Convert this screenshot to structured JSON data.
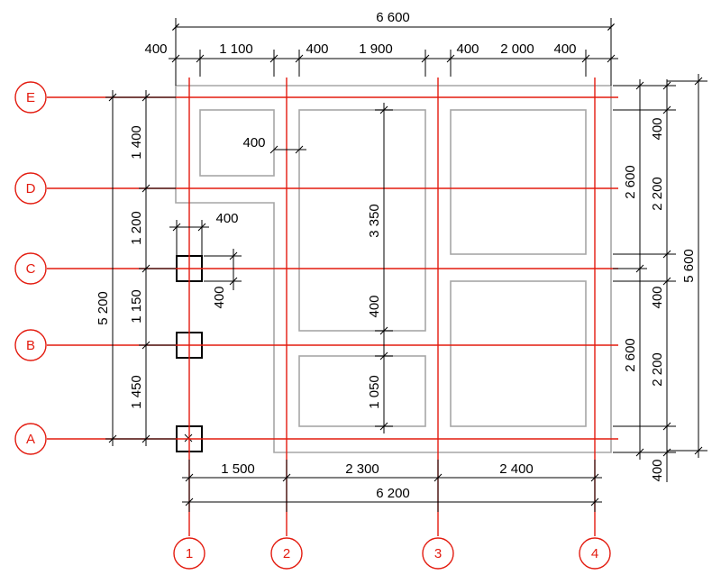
{
  "colors": {
    "axis": "#e31b0f",
    "wall": "#a6a6a6",
    "dimension": "#000000",
    "background": "#ffffff"
  },
  "axes": {
    "rows": [
      "A",
      "B",
      "C",
      "D",
      "E"
    ],
    "columns": [
      "1",
      "2",
      "3",
      "4"
    ]
  },
  "dimensions": {
    "top_overall": "6 600",
    "top_segments": [
      "400",
      "1 100",
      "400",
      "1 900",
      "400",
      "2 000",
      "400"
    ],
    "bottom_segments": [
      "1 500",
      "2 300",
      "2 400"
    ],
    "bottom_overall": "6 200",
    "left_segments": [
      "1 400",
      "1 200",
      "1 150",
      "1 450"
    ],
    "left_overall": "5 200",
    "right_inner": [
      "400",
      "2 200",
      "400",
      "2 200",
      "400"
    ],
    "right_middle": [
      "2 600",
      "2 600"
    ],
    "right_overall": "5 600",
    "interior": {
      "opening_gap": "400",
      "column_width": "400",
      "column_height": "400",
      "opening_height_tall": "3 350",
      "opening_gap_vertical": "400",
      "opening_height_short": "1 050"
    }
  }
}
